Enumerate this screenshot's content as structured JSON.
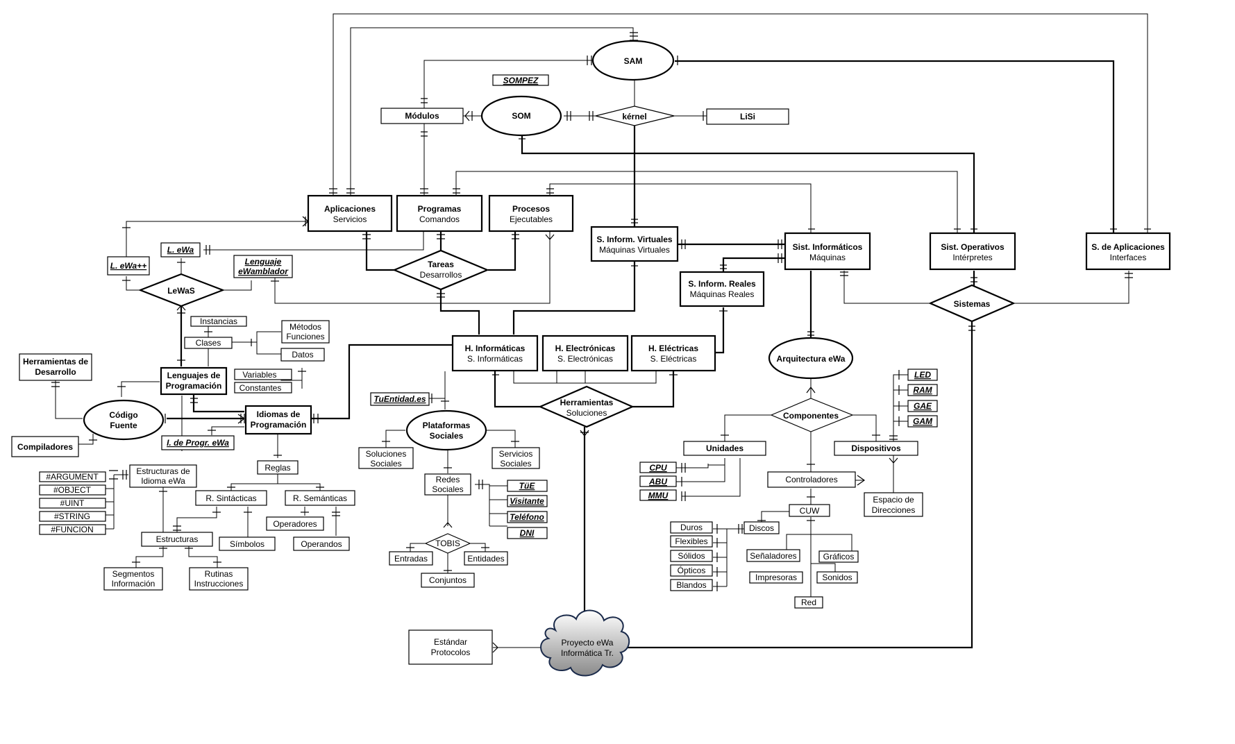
{
  "entities": [
    {
      "id": "sam",
      "lines": [
        "SAM"
      ],
      "bold": [
        true
      ]
    },
    {
      "id": "sompez",
      "lines": [
        "SOMPEZ"
      ],
      "ul": true
    },
    {
      "id": "modulos",
      "lines": [
        "Módulos"
      ],
      "bold": [
        true
      ]
    },
    {
      "id": "som",
      "lines": [
        "SOM"
      ],
      "bold": [
        true
      ]
    },
    {
      "id": "kernel",
      "lines": [
        "kérnel"
      ],
      "bold": [
        true
      ]
    },
    {
      "id": "lisi",
      "lines": [
        "LiSi"
      ],
      "bold": [
        true
      ]
    },
    {
      "id": "aplicaciones",
      "lines": [
        "Aplicaciones",
        "Servicios"
      ],
      "bold": [
        true,
        false
      ]
    },
    {
      "id": "programas",
      "lines": [
        "Programas",
        "Comandos"
      ],
      "bold": [
        true,
        false
      ]
    },
    {
      "id": "procesos",
      "lines": [
        "Procesos",
        "Ejecutables"
      ],
      "bold": [
        true,
        false
      ]
    },
    {
      "id": "sivirtuales",
      "lines": [
        "S. Inform. Virtuales",
        "Máquinas Virtuales"
      ],
      "bold": [
        true,
        false
      ]
    },
    {
      "id": "sistinf",
      "lines": [
        "Sist. Informáticos",
        "Máquinas"
      ],
      "bold": [
        true,
        false
      ]
    },
    {
      "id": "sistop",
      "lines": [
        "Sist. Operativos",
        "Intérpretes"
      ],
      "bold": [
        true,
        false
      ]
    },
    {
      "id": "sdeapl",
      "lines": [
        "S. de Aplicaciones",
        "Interfaces"
      ],
      "bold": [
        true,
        false
      ]
    },
    {
      "id": "lewa",
      "lines": [
        "L. eWa"
      ],
      "ul": true
    },
    {
      "id": "lewapp",
      "lines": [
        "L. eWa++"
      ],
      "ul": true
    },
    {
      "id": "lenguaje",
      "lines": [
        "Lenguaje",
        "eWamblador"
      ],
      "ul": true
    },
    {
      "id": "tareas",
      "lines": [
        "Tareas",
        "Desarrollos"
      ],
      "bold": [
        true,
        false
      ]
    },
    {
      "id": "lewas",
      "lines": [
        "LeWaS"
      ],
      "bold": [
        true
      ]
    },
    {
      "id": "sireales",
      "lines": [
        "S. Inform. Reales",
        "Máquinas Reales"
      ],
      "bold": [
        true,
        false
      ]
    },
    {
      "id": "sistemas",
      "lines": [
        "Sistemas"
      ],
      "bold": [
        true
      ]
    },
    {
      "id": "instancias",
      "lines": [
        "Instancias"
      ],
      "bold": [
        false
      ]
    },
    {
      "id": "metodos",
      "lines": [
        "Métodos",
        "Funciones"
      ],
      "bold": [
        false,
        false
      ]
    },
    {
      "id": "clases",
      "lines": [
        "Clases"
      ],
      "bold": [
        false
      ]
    },
    {
      "id": "datos",
      "lines": [
        "Datos"
      ],
      "bold": [
        false
      ]
    },
    {
      "id": "hinformaticas",
      "lines": [
        "H. Informáticas",
        "S. Informáticas"
      ],
      "bold": [
        true,
        false
      ]
    },
    {
      "id": "helectronicas",
      "lines": [
        "H. Electrónicas",
        "S. Electrónicas"
      ],
      "bold": [
        true,
        false
      ]
    },
    {
      "id": "helectricas",
      "lines": [
        "H. Eléctricas",
        "S. Eléctricas"
      ],
      "bold": [
        true,
        false
      ]
    },
    {
      "id": "herramdes",
      "lines": [
        "Herramientas de",
        "Desarrollo"
      ],
      "bold": [
        true,
        true
      ]
    },
    {
      "id": "lenguajesprog",
      "lines": [
        "Lenguajes de",
        "Programación"
      ],
      "bold": [
        true,
        true
      ]
    },
    {
      "id": "variables",
      "lines": [
        "Variables"
      ],
      "bold": [
        false
      ]
    },
    {
      "id": "constantes",
      "lines": [
        "Constantes"
      ],
      "bold": [
        false
      ]
    },
    {
      "id": "arquitectura",
      "lines": [
        "Arquitectura eWa"
      ],
      "bold": [
        true
      ]
    },
    {
      "id": "led",
      "lines": [
        "LED"
      ],
      "ul": true
    },
    {
      "id": "ram",
      "lines": [
        "RAM"
      ],
      "ul": true
    },
    {
      "id": "gae",
      "lines": [
        "GAE"
      ],
      "ul": true
    },
    {
      "id": "gam",
      "lines": [
        "GAM"
      ],
      "ul": true
    },
    {
      "id": "tuentidad",
      "lines": [
        "TuEntidad.es"
      ],
      "ul": true
    },
    {
      "id": "codigo",
      "lines": [
        "Código",
        "Fuente"
      ],
      "bold": [
        true,
        true
      ]
    },
    {
      "id": "idiomas",
      "lines": [
        "Idiomas de",
        "Programación"
      ],
      "bold": [
        true,
        true
      ]
    },
    {
      "id": "herramientas",
      "lines": [
        "Herramientas",
        "Soluciones"
      ],
      "bold": [
        true,
        false
      ]
    },
    {
      "id": "plataformas",
      "lines": [
        "Plataformas",
        "Sociales"
      ],
      "bold": [
        true,
        true
      ]
    },
    {
      "id": "componentes",
      "lines": [
        "Componentes"
      ],
      "bold": [
        true
      ]
    },
    {
      "id": "compiladores",
      "lines": [
        "Compiladores"
      ],
      "bold": [
        true
      ]
    },
    {
      "id": "ideprogr",
      "lines": [
        "I. de Progr. eWa"
      ],
      "ul": true
    },
    {
      "id": "unidades",
      "lines": [
        "Unidades"
      ],
      "bold": [
        true
      ]
    },
    {
      "id": "dispositivos",
      "lines": [
        "Dispositivos"
      ],
      "bold": [
        true
      ]
    },
    {
      "id": "solsociales",
      "lines": [
        "Soluciones",
        "Sociales"
      ],
      "bold": [
        false,
        false
      ]
    },
    {
      "id": "servsociales",
      "lines": [
        "Servicios",
        "Sociales"
      ],
      "bold": [
        false,
        false
      ]
    },
    {
      "id": "reglas",
      "lines": [
        "Reglas"
      ],
      "bold": [
        false
      ]
    },
    {
      "id": "argument",
      "lines": [
        "#ARGUMENT"
      ],
      "bold": [
        false
      ]
    },
    {
      "id": "estructurasidioma",
      "lines": [
        "Estructuras de",
        "Idioma eWa"
      ],
      "bold": [
        false,
        false
      ]
    },
    {
      "id": "cpu",
      "lines": [
        "CPU"
      ],
      "ul": true
    },
    {
      "id": "object",
      "lines": [
        "#OBJECT"
      ],
      "bold": [
        false
      ]
    },
    {
      "id": "redes",
      "lines": [
        "Redes",
        "Sociales"
      ],
      "bold": [
        false,
        false
      ]
    },
    {
      "id": "tue",
      "lines": [
        "TüE"
      ],
      "ul": true
    },
    {
      "id": "controladores",
      "lines": [
        "Controladores"
      ],
      "bold": [
        false
      ]
    },
    {
      "id": "abu",
      "lines": [
        "ABU"
      ],
      "ul": true
    },
    {
      "id": "rsintacticas",
      "lines": [
        "R. Sintácticas"
      ],
      "bold": [
        false
      ]
    },
    {
      "id": "rsemanticas",
      "lines": [
        "R. Semánticas"
      ],
      "bold": [
        false
      ]
    },
    {
      "id": "uint",
      "lines": [
        "#UINT"
      ],
      "bold": [
        false
      ]
    },
    {
      "id": "visitante",
      "lines": [
        "Visitante"
      ],
      "ul": true
    },
    {
      "id": "espacio",
      "lines": [
        "Espacio de",
        "Direcciones"
      ],
      "bold": [
        false,
        false
      ]
    },
    {
      "id": "mmu",
      "lines": [
        "MMU"
      ],
      "ul": true
    },
    {
      "id": "cuw",
      "lines": [
        "CUW"
      ],
      "bold": [
        false
      ]
    },
    {
      "id": "string",
      "lines": [
        "#STRING"
      ],
      "bold": [
        false
      ]
    },
    {
      "id": "telefono",
      "lines": [
        "Teléfono"
      ],
      "ul": true
    },
    {
      "id": "operadores",
      "lines": [
        "Operadores"
      ],
      "bold": [
        false
      ]
    },
    {
      "id": "funcion",
      "lines": [
        "#FUNCION"
      ],
      "bold": [
        false
      ]
    },
    {
      "id": "duros",
      "lines": [
        "Duros"
      ],
      "bold": [
        false
      ]
    },
    {
      "id": "discos",
      "lines": [
        "Discos"
      ],
      "bold": [
        false
      ]
    },
    {
      "id": "dni",
      "lines": [
        "DNI"
      ],
      "ul": true
    },
    {
      "id": "estructuras",
      "lines": [
        "Estructuras"
      ],
      "bold": [
        false
      ]
    },
    {
      "id": "flexibles",
      "lines": [
        "Flexibles"
      ],
      "bold": [
        false
      ]
    },
    {
      "id": "tobis",
      "lines": [
        "TOBIS"
      ],
      "bold": [
        false
      ]
    },
    {
      "id": "simbolos",
      "lines": [
        "Símbolos"
      ],
      "bold": [
        false
      ]
    },
    {
      "id": "operandos",
      "lines": [
        "Operandos"
      ],
      "bold": [
        false
      ]
    },
    {
      "id": "entradas",
      "lines": [
        "Entradas"
      ],
      "bold": [
        false
      ]
    },
    {
      "id": "entidades",
      "lines": [
        "Entidades"
      ],
      "bold": [
        false
      ]
    },
    {
      "id": "senaladores",
      "lines": [
        "Señaladores"
      ],
      "bold": [
        false
      ]
    },
    {
      "id": "graficos",
      "lines": [
        "Gráficos"
      ],
      "bold": [
        false
      ]
    },
    {
      "id": "solidos",
      "lines": [
        "Sólidos"
      ],
      "bold": [
        false
      ]
    },
    {
      "id": "opticos",
      "lines": [
        "Ópticos"
      ],
      "bold": [
        false
      ]
    },
    {
      "id": "segmentos",
      "lines": [
        "Segmentos",
        "Información"
      ],
      "bold": [
        false,
        false
      ]
    },
    {
      "id": "rutinas",
      "lines": [
        "Rutinas",
        "Instrucciones"
      ],
      "bold": [
        false,
        false
      ]
    },
    {
      "id": "impresoras",
      "lines": [
        "Impresoras"
      ],
      "bold": [
        false
      ]
    },
    {
      "id": "sonidos",
      "lines": [
        "Sonidos"
      ],
      "bold": [
        false
      ]
    },
    {
      "id": "conjuntos",
      "lines": [
        "Conjuntos"
      ],
      "bold": [
        false
      ]
    },
    {
      "id": "blandos",
      "lines": [
        "Blandos"
      ],
      "bold": [
        false
      ]
    },
    {
      "id": "red",
      "lines": [
        "Red"
      ],
      "bold": [
        false
      ]
    },
    {
      "id": "estandar",
      "lines": [
        "Estándar",
        "Protocolos"
      ],
      "bold": [
        false,
        false
      ]
    },
    {
      "id": "proyecto",
      "lines": [
        "Proyecto eWa",
        "Informática Tr."
      ],
      "bold": [
        false,
        false
      ]
    }
  ]
}
